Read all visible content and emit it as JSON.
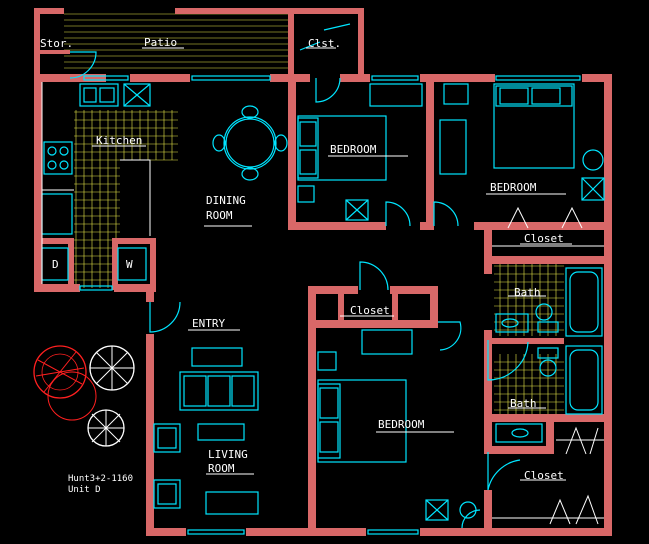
{
  "labels": {
    "storage": "Stor.",
    "patio": "Patio",
    "closet_top": "Clst.",
    "kitchen": "Kitchen",
    "dining_line1": "DINING",
    "dining_line2": "ROOM",
    "bedroom_1": "BEDROOM",
    "bedroom_2": "BEDROOM",
    "closet_right": "Closet",
    "closet_mid": "Closet",
    "bath_1": "Bath",
    "bath_2": "Bath",
    "entry": "ENTRY",
    "bedroom_3": "BEDROOM",
    "living_line1": "LIVING",
    "living_line2": "ROOM",
    "closet_bottom": "Closet",
    "dryer": "D",
    "washer": "W",
    "unit_code": "Hunt3+2-1160",
    "unit_name": "Unit D"
  },
  "colors": {
    "background": "#000000",
    "wall": "#d86868",
    "furniture": "#00e5ff",
    "tile": "#e8e84a",
    "text": "#ffffff",
    "tree": "#ff2020"
  }
}
